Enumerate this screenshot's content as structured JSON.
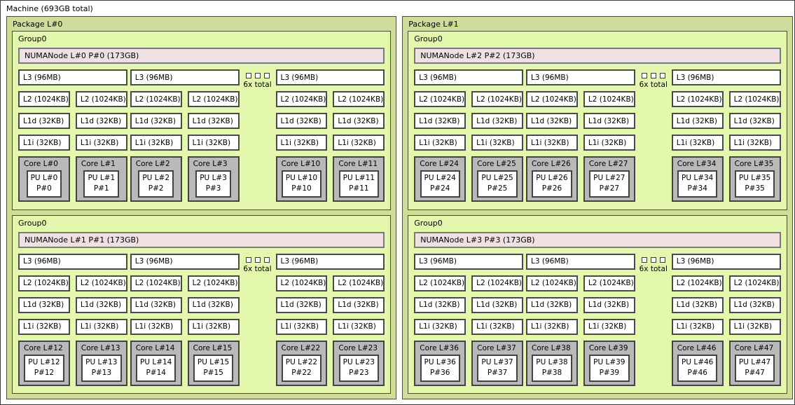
{
  "machine": {
    "label": "Machine (693GB total)"
  },
  "colors": {
    "machine_bg": "#ffffff",
    "package_bg": "#cfdd9b",
    "group_bg": "#e4f8ad",
    "numanode_bg": "#efe1e1",
    "cache_bg": "#ffffff",
    "core_bg": "#b9b9b9",
    "border": "#3c3c3c"
  },
  "packages": [
    {
      "label": "Package L#0",
      "groups": [
        {
          "label": "Group0",
          "numanode": "NUMANode L#0 P#0 (173GB)",
          "more": "6x total",
          "clusters": [
            {
              "l3": "L3 (96MB)",
              "columns": [
                {
                  "l2": "L2 (1024KB)",
                  "l1d": "L1d (32KB)",
                  "l1i": "L1i (32KB)",
                  "core": "Core L#0",
                  "pu1": "PU L#0",
                  "pu2": "P#0"
                },
                {
                  "l2": "L2 (1024KB)",
                  "l1d": "L1d (32KB)",
                  "l1i": "L1i (32KB)",
                  "core": "Core L#1",
                  "pu1": "PU L#1",
                  "pu2": "P#1"
                }
              ]
            },
            {
              "l3": "L3 (96MB)",
              "columns": [
                {
                  "l2": "L2 (1024KB)",
                  "l1d": "L1d (32KB)",
                  "l1i": "L1i (32KB)",
                  "core": "Core L#2",
                  "pu1": "PU L#2",
                  "pu2": "P#2"
                },
                {
                  "l2": "L2 (1024KB)",
                  "l1d": "L1d (32KB)",
                  "l1i": "L1i (32KB)",
                  "core": "Core L#3",
                  "pu1": "PU L#3",
                  "pu2": "P#3"
                }
              ]
            },
            {
              "l3": "L3 (96MB)",
              "columns": [
                {
                  "l2": "L2 (1024KB)",
                  "l1d": "L1d (32KB)",
                  "l1i": "L1i (32KB)",
                  "core": "Core L#10",
                  "pu1": "PU L#10",
                  "pu2": "P#10"
                },
                {
                  "l2": "L2 (1024KB)",
                  "l1d": "L1d (32KB)",
                  "l1i": "L1i (32KB)",
                  "core": "Core L#11",
                  "pu1": "PU L#11",
                  "pu2": "P#11"
                }
              ]
            }
          ]
        },
        {
          "label": "Group0",
          "numanode": "NUMANode L#1 P#1 (173GB)",
          "more": "6x total",
          "clusters": [
            {
              "l3": "L3 (96MB)",
              "columns": [
                {
                  "l2": "L2 (1024KB)",
                  "l1d": "L1d (32KB)",
                  "l1i": "L1i (32KB)",
                  "core": "Core L#12",
                  "pu1": "PU L#12",
                  "pu2": "P#12"
                },
                {
                  "l2": "L2 (1024KB)",
                  "l1d": "L1d (32KB)",
                  "l1i": "L1i (32KB)",
                  "core": "Core L#13",
                  "pu1": "PU L#13",
                  "pu2": "P#13"
                }
              ]
            },
            {
              "l3": "L3 (96MB)",
              "columns": [
                {
                  "l2": "L2 (1024KB)",
                  "l1d": "L1d (32KB)",
                  "l1i": "L1i (32KB)",
                  "core": "Core L#14",
                  "pu1": "PU L#14",
                  "pu2": "P#14"
                },
                {
                  "l2": "L2 (1024KB)",
                  "l1d": "L1d (32KB)",
                  "l1i": "L1i (32KB)",
                  "core": "Core L#15",
                  "pu1": "PU L#15",
                  "pu2": "P#15"
                }
              ]
            },
            {
              "l3": "L3 (96MB)",
              "columns": [
                {
                  "l2": "L2 (1024KB)",
                  "l1d": "L1d (32KB)",
                  "l1i": "L1i (32KB)",
                  "core": "Core L#22",
                  "pu1": "PU L#22",
                  "pu2": "P#22"
                },
                {
                  "l2": "L2 (1024KB)",
                  "l1d": "L1d (32KB)",
                  "l1i": "L1i (32KB)",
                  "core": "Core L#23",
                  "pu1": "PU L#23",
                  "pu2": "P#23"
                }
              ]
            }
          ]
        }
      ]
    },
    {
      "label": "Package L#1",
      "groups": [
        {
          "label": "Group0",
          "numanode": "NUMANode L#2 P#2 (173GB)",
          "more": "6x total",
          "clusters": [
            {
              "l3": "L3 (96MB)",
              "columns": [
                {
                  "l2": "L2 (1024KB)",
                  "l1d": "L1d (32KB)",
                  "l1i": "L1i (32KB)",
                  "core": "Core L#24",
                  "pu1": "PU L#24",
                  "pu2": "P#24"
                },
                {
                  "l2": "L2 (1024KB)",
                  "l1d": "L1d (32KB)",
                  "l1i": "L1i (32KB)",
                  "core": "Core L#25",
                  "pu1": "PU L#25",
                  "pu2": "P#25"
                }
              ]
            },
            {
              "l3": "L3 (96MB)",
              "columns": [
                {
                  "l2": "L2 (1024KB)",
                  "l1d": "L1d (32KB)",
                  "l1i": "L1i (32KB)",
                  "core": "Core L#26",
                  "pu1": "PU L#26",
                  "pu2": "P#26"
                },
                {
                  "l2": "L2 (1024KB)",
                  "l1d": "L1d (32KB)",
                  "l1i": "L1i (32KB)",
                  "core": "Core L#27",
                  "pu1": "PU L#27",
                  "pu2": "P#27"
                }
              ]
            },
            {
              "l3": "L3 (96MB)",
              "columns": [
                {
                  "l2": "L2 (1024KB)",
                  "l1d": "L1d (32KB)",
                  "l1i": "L1i (32KB)",
                  "core": "Core L#34",
                  "pu1": "PU L#34",
                  "pu2": "P#34"
                },
                {
                  "l2": "L2 (1024KB)",
                  "l1d": "L1d (32KB)",
                  "l1i": "L1i (32KB)",
                  "core": "Core L#35",
                  "pu1": "PU L#35",
                  "pu2": "P#35"
                }
              ]
            }
          ]
        },
        {
          "label": "Group0",
          "numanode": "NUMANode L#3 P#3 (173GB)",
          "more": "6x total",
          "clusters": [
            {
              "l3": "L3 (96MB)",
              "columns": [
                {
                  "l2": "L2 (1024KB)",
                  "l1d": "L1d (32KB)",
                  "l1i": "L1i (32KB)",
                  "core": "Core L#36",
                  "pu1": "PU L#36",
                  "pu2": "P#36"
                },
                {
                  "l2": "L2 (1024KB)",
                  "l1d": "L1d (32KB)",
                  "l1i": "L1i (32KB)",
                  "core": "Core L#37",
                  "pu1": "PU L#37",
                  "pu2": "P#37"
                }
              ]
            },
            {
              "l3": "L3 (96MB)",
              "columns": [
                {
                  "l2": "L2 (1024KB)",
                  "l1d": "L1d (32KB)",
                  "l1i": "L1i (32KB)",
                  "core": "Core L#38",
                  "pu1": "PU L#38",
                  "pu2": "P#38"
                },
                {
                  "l2": "L2 (1024KB)",
                  "l1d": "L1d (32KB)",
                  "l1i": "L1i (32KB)",
                  "core": "Core L#39",
                  "pu1": "PU L#39",
                  "pu2": "P#39"
                }
              ]
            },
            {
              "l3": "L3 (96MB)",
              "columns": [
                {
                  "l2": "L2 (1024KB)",
                  "l1d": "L1d (32KB)",
                  "l1i": "L1i (32KB)",
                  "core": "Core L#46",
                  "pu1": "PU L#46",
                  "pu2": "P#46"
                },
                {
                  "l2": "L2 (1024KB)",
                  "l1d": "L1d (32KB)",
                  "l1i": "L1i (32KB)",
                  "core": "Core L#47",
                  "pu1": "PU L#47",
                  "pu2": "P#47"
                }
              ]
            }
          ]
        }
      ]
    }
  ]
}
